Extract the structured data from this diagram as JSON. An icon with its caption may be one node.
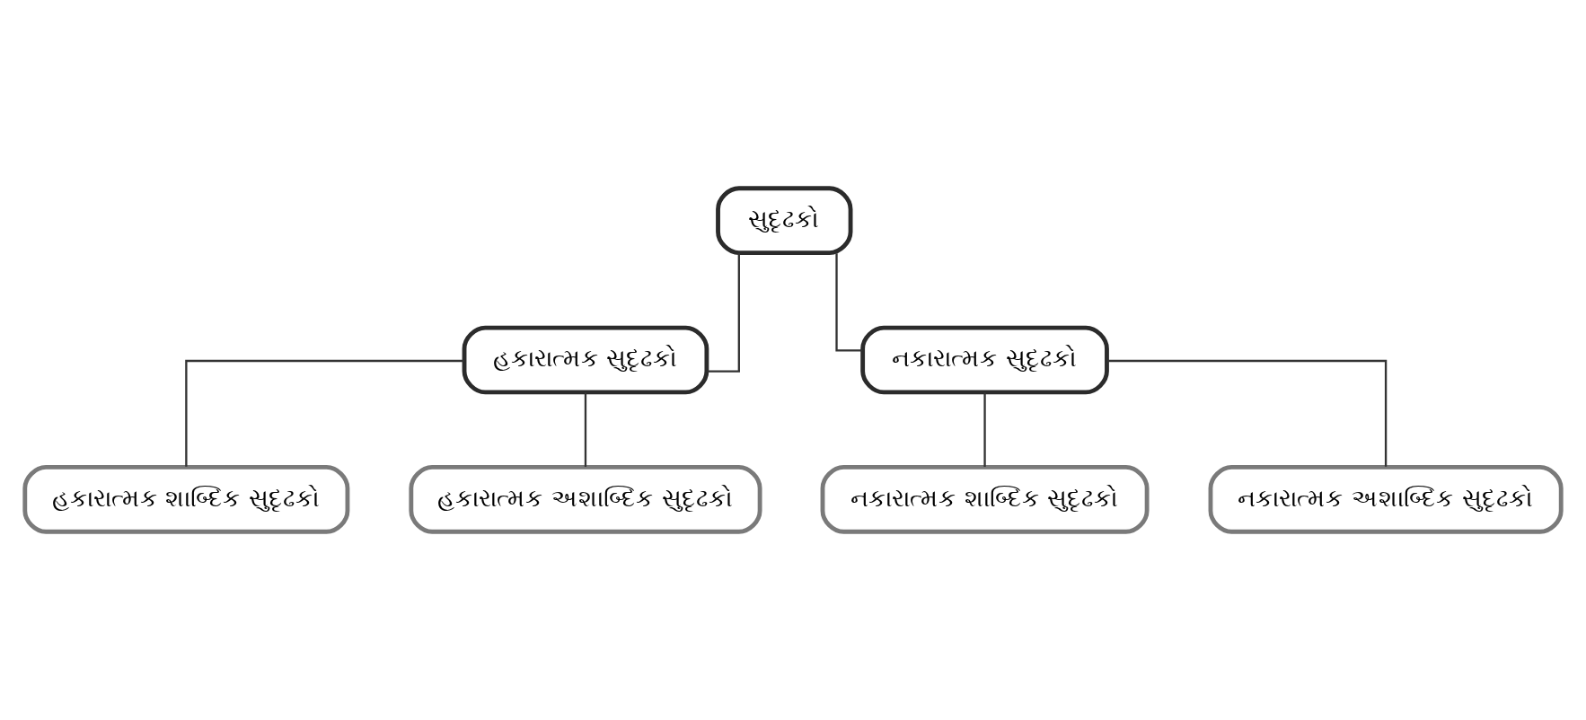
{
  "diagram": {
    "nodes": [
      {
        "text": [
          "સુદૃઢકો"
        ]
      },
      {
        "text": [
          "હકારાત્મક સુદૃઢકો"
        ]
      },
      {
        "text": [
          "નકારાત્મક સુદૃઢકો"
        ]
      },
      {
        "text": [
          "હકારાત્મક શાબ્દિક સુદૃઢકો"
        ]
      },
      {
        "text": [
          "હકારાત્મક અશાબ્દિક સુદૃઢકો"
        ]
      },
      {
        "text": [
          "નકારાત્મક શાબ્દિક સુદૃઢકો"
        ]
      },
      {
        "text": [
          "નકારાત્મક અશાબ્દિક સુદૃઢકો"
        ]
      }
    ],
    "edges": [
      {
        "from": 0,
        "to": 1,
        "arrow": "none"
      },
      {
        "from": 0,
        "to": 2,
        "arrow": "none"
      },
      {
        "from": 1,
        "to": 3,
        "arrow": "none"
      },
      {
        "from": 1,
        "to": 4,
        "arrow": "none"
      },
      {
        "from": 2,
        "to": 5,
        "arrow": "none"
      },
      {
        "from": 2,
        "to": 6,
        "arrow": "none"
      }
    ]
  }
}
